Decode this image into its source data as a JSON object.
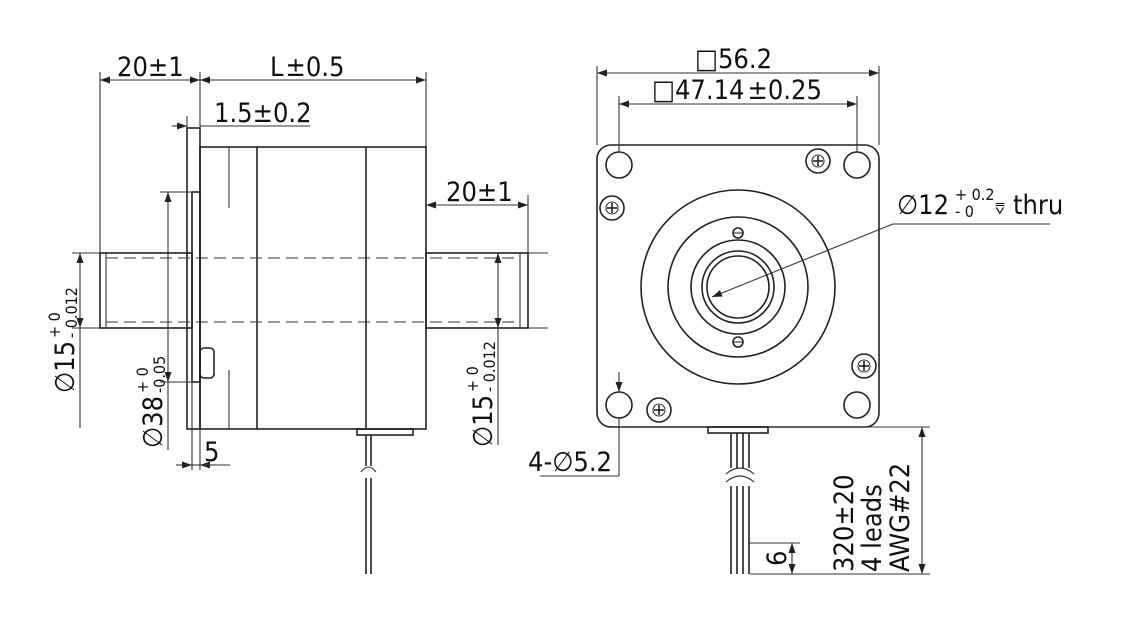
{
  "side_view": {
    "flange_len": "20",
    "flange_tol": "±1",
    "body_len": "L",
    "body_tol": "±0.5",
    "flange_thk": "1.5",
    "flange_thk_tol": "±0.2",
    "rear_shaft_len": "20",
    "rear_shaft_tol": "±1",
    "front_shaft_dia": "15",
    "shaft_tol_plus": "+ 0",
    "shaft_tol_minus": "- 0.012",
    "boss_dia": "38",
    "boss_tol_plus": "+ 0",
    "boss_tol_minus": "-0.05",
    "rear_shaft_dia": "15",
    "boss_height": "5"
  },
  "front_view": {
    "square_size": "56.2",
    "hole_spacing": "47.14",
    "hole_spacing_tol": "±0.25",
    "bore_dia": "12",
    "bore_tol_plus": "+ 0.2",
    "bore_tol_minus": "- 0",
    "bore_type": "thru",
    "mount_holes": "4-∅5.2",
    "step_dim": "6",
    "lead_length": "320",
    "lead_length_tol": "±20",
    "lead_count": "4 leads",
    "lead_gauge": "AWG#22"
  },
  "symbols": {
    "diameter": "∅",
    "square": "□",
    "depth": "⩢"
  }
}
